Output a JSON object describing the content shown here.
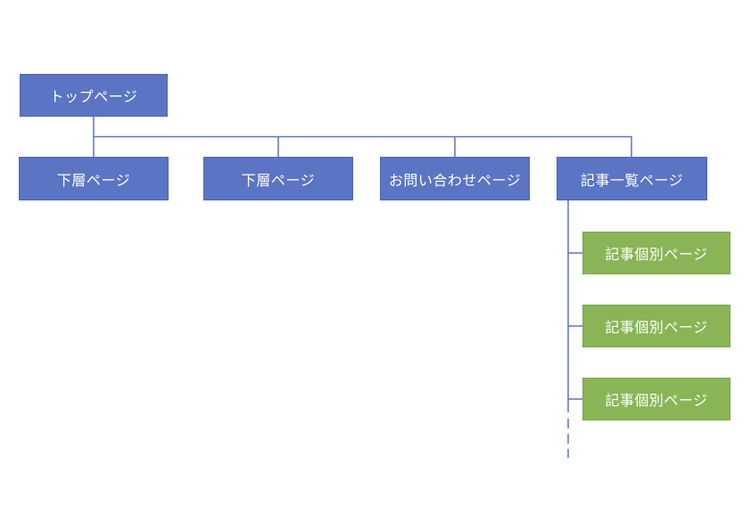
{
  "diagram": {
    "type": "sitemap",
    "colors": {
      "node_blue_fill": "#5b74c4",
      "node_blue_border": "#4d66b2",
      "node_green_fill": "#89b556",
      "node_green_border": "#7aa649",
      "connector_blue": "#5b74c4",
      "text_white": "#ffffff",
      "background": "#ffffff"
    },
    "nodes": {
      "top": {
        "label": "トップページ"
      },
      "level2": [
        {
          "label": "下層ページ"
        },
        {
          "label": "下層ページ"
        },
        {
          "label": "お問い合わせページ"
        },
        {
          "label": "記事一覧ページ"
        }
      ],
      "level3": [
        {
          "label": "記事個別ページ"
        },
        {
          "label": "記事個別ページ"
        },
        {
          "label": "記事個別ページ"
        }
      ]
    }
  }
}
